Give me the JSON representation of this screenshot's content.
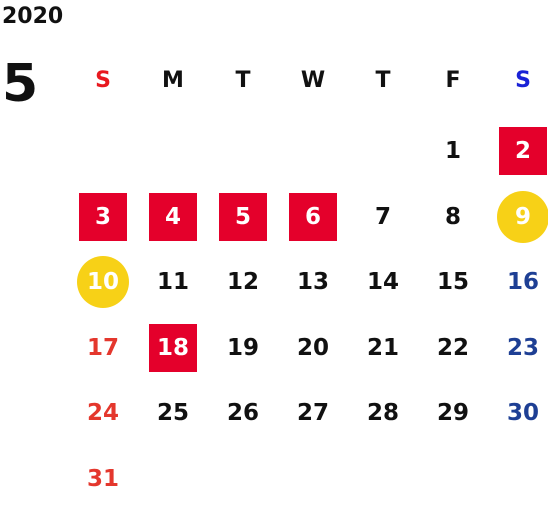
{
  "year": "2020",
  "month": "5",
  "colors": {
    "sunday": "#e4372d",
    "saturday": "#1e3f94",
    "saturday_header": "#1a22d6",
    "default": "#111111",
    "holiday_bg": "#e4002b",
    "special_bg": "#f7d117"
  },
  "weekdays": [
    {
      "label": "S",
      "color": "#e8191f"
    },
    {
      "label": "M",
      "color": "#111111"
    },
    {
      "label": "T",
      "color": "#111111"
    },
    {
      "label": "W",
      "color": "#111111"
    },
    {
      "label": "T",
      "color": "#111111"
    },
    {
      "label": "F",
      "color": "#111111"
    },
    {
      "label": "S",
      "color": "#1a22d6"
    }
  ],
  "days": [
    {
      "day": "1",
      "row": 0,
      "col": 5,
      "style": "normal"
    },
    {
      "day": "2",
      "row": 0,
      "col": 6,
      "style": "holiday"
    },
    {
      "day": "3",
      "row": 1,
      "col": 0,
      "style": "holiday"
    },
    {
      "day": "4",
      "row": 1,
      "col": 1,
      "style": "holiday"
    },
    {
      "day": "5",
      "row": 1,
      "col": 2,
      "style": "holiday"
    },
    {
      "day": "6",
      "row": 1,
      "col": 3,
      "style": "holiday"
    },
    {
      "day": "7",
      "row": 1,
      "col": 4,
      "style": "normal"
    },
    {
      "day": "8",
      "row": 1,
      "col": 5,
      "style": "normal"
    },
    {
      "day": "9",
      "row": 1,
      "col": 6,
      "style": "special"
    },
    {
      "day": "10",
      "row": 2,
      "col": 0,
      "style": "special"
    },
    {
      "day": "11",
      "row": 2,
      "col": 1,
      "style": "normal"
    },
    {
      "day": "12",
      "row": 2,
      "col": 2,
      "style": "normal"
    },
    {
      "day": "13",
      "row": 2,
      "col": 3,
      "style": "normal"
    },
    {
      "day": "14",
      "row": 2,
      "col": 4,
      "style": "normal"
    },
    {
      "day": "15",
      "row": 2,
      "col": 5,
      "style": "normal"
    },
    {
      "day": "16",
      "row": 2,
      "col": 6,
      "style": "normal"
    },
    {
      "day": "17",
      "row": 3,
      "col": 0,
      "style": "normal"
    },
    {
      "day": "18",
      "row": 3,
      "col": 1,
      "style": "holiday"
    },
    {
      "day": "19",
      "row": 3,
      "col": 2,
      "style": "normal"
    },
    {
      "day": "20",
      "row": 3,
      "col": 3,
      "style": "normal"
    },
    {
      "day": "21",
      "row": 3,
      "col": 4,
      "style": "normal"
    },
    {
      "day": "22",
      "row": 3,
      "col": 5,
      "style": "normal"
    },
    {
      "day": "23",
      "row": 3,
      "col": 6,
      "style": "normal"
    },
    {
      "day": "24",
      "row": 4,
      "col": 0,
      "style": "normal"
    },
    {
      "day": "25",
      "row": 4,
      "col": 1,
      "style": "normal"
    },
    {
      "day": "26",
      "row": 4,
      "col": 2,
      "style": "normal"
    },
    {
      "day": "27",
      "row": 4,
      "col": 3,
      "style": "normal"
    },
    {
      "day": "28",
      "row": 4,
      "col": 4,
      "style": "normal"
    },
    {
      "day": "29",
      "row": 4,
      "col": 5,
      "style": "normal"
    },
    {
      "day": "30",
      "row": 4,
      "col": 6,
      "style": "normal"
    },
    {
      "day": "31",
      "row": 5,
      "col": 0,
      "style": "normal"
    }
  ]
}
